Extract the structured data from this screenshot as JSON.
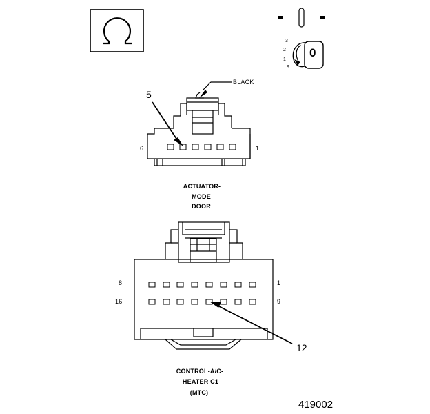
{
  "ohm_symbol": "Ω",
  "ignition": {
    "positions": [
      "3",
      "2",
      "1",
      "9"
    ],
    "off_label": "0"
  },
  "actuator": {
    "color_label": "BLACK",
    "callout": "5",
    "pin_left": "6",
    "pin_right": "1",
    "name_lines": [
      "ACTUATOR-",
      "MODE",
      "DOOR"
    ]
  },
  "control": {
    "pin_top_left": "8",
    "pin_top_right": "1",
    "pin_bottom_left": "16",
    "pin_bottom_right": "9",
    "callout": "12",
    "name_lines": [
      "CONTROL-A/C-",
      "HEATER C1",
      "(MTC)"
    ]
  },
  "figure_id": "419002"
}
